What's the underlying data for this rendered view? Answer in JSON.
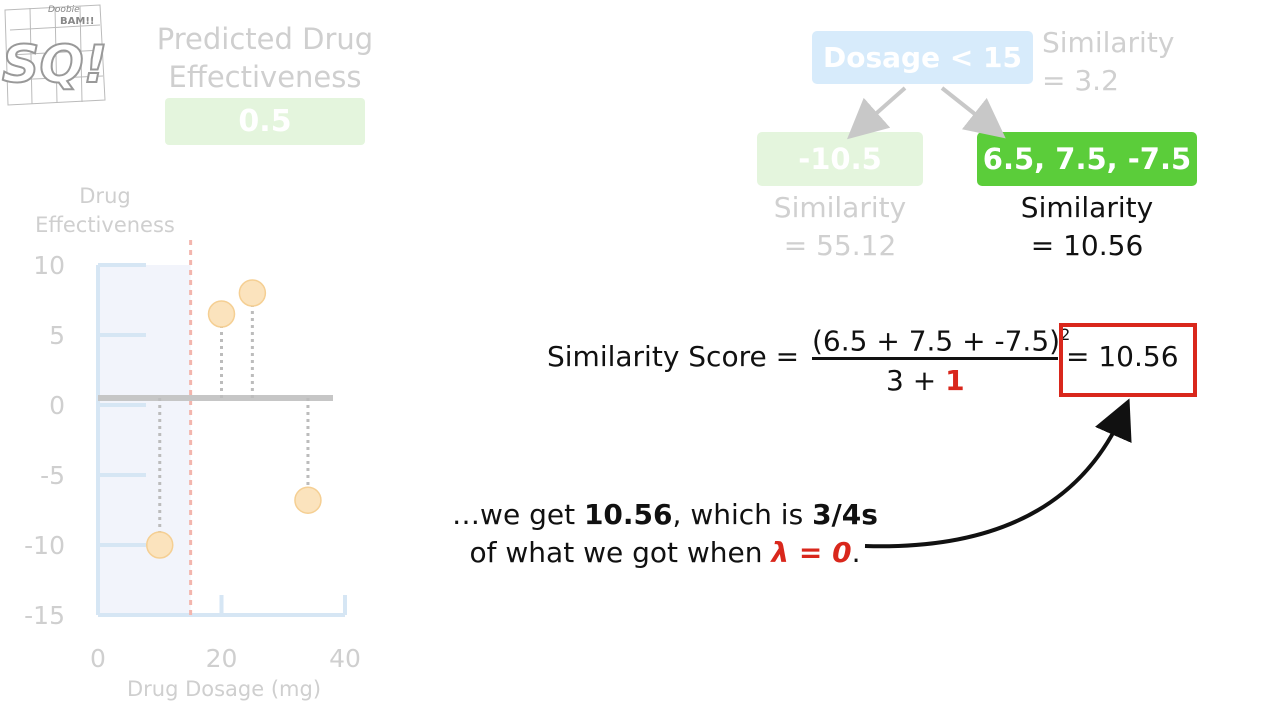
{
  "logo": {
    "small_text_top": "Doobie",
    "small_text_bottom": "BAM!!",
    "large_text": "SQ!"
  },
  "prediction": {
    "title_line1": "Predicted Drug",
    "title_line2": "Effectiveness",
    "value": "0.5"
  },
  "tree": {
    "root_label": "Dosage < 15",
    "root_similarity_line1": "Similarity",
    "root_similarity_line2": "= 3.2",
    "left_leaf_label": "-10.5",
    "left_similarity_line1": "Similarity",
    "left_similarity_line2": "= 55.12",
    "right_leaf_label": "6.5, 7.5, -7.5",
    "right_similarity_line1": "Similarity",
    "right_similarity_line2": "= 10.56"
  },
  "formula": {
    "label": "Similarity Score =",
    "numerator": "(6.5 + 7.5 + -7.5)",
    "exponent": "2",
    "denominator_prefix": "3 + ",
    "lambda_value": "1",
    "result": "= 10.56"
  },
  "explanation": {
    "part1": "…we get ",
    "bold1": "10.56",
    "part2": ", which is ",
    "bold2": "3/4s",
    "part3": "of what we got when ",
    "lambda_expr": "λ = 0",
    "part4": "."
  },
  "colors": {
    "axis": "#d6e6f4",
    "plot_bg": "#f2f4fb",
    "threshold": "#f3b5ad",
    "residual_line": "#bcbcbc",
    "point_fill": "#fbe3bd",
    "point_stroke": "#f5cf93",
    "leaf_green": "#5bcd3a",
    "red": "#d9271c"
  },
  "chart_data": {
    "type": "scatter",
    "xlabel": "Drug Dosage (mg)",
    "ylabel_line1": "Drug",
    "ylabel_line2": "Effectiveness",
    "xlim": [
      0,
      40
    ],
    "ylim": [
      -15,
      10
    ],
    "x_ticks": [
      "0",
      "20",
      "40"
    ],
    "y_ticks": [
      "10",
      "5",
      "0",
      "-5",
      "-10",
      "-15"
    ],
    "x_tick_values": [
      0,
      20,
      40
    ],
    "y_tick_values": [
      10,
      5,
      0,
      -5,
      -10,
      -15
    ],
    "threshold_x": 15,
    "prediction_y": 0.5,
    "points": [
      {
        "x": 10,
        "y": -10
      },
      {
        "x": 20,
        "y": 6.5
      },
      {
        "x": 25,
        "y": 8
      },
      {
        "x": 34,
        "y": -6.8
      }
    ]
  }
}
